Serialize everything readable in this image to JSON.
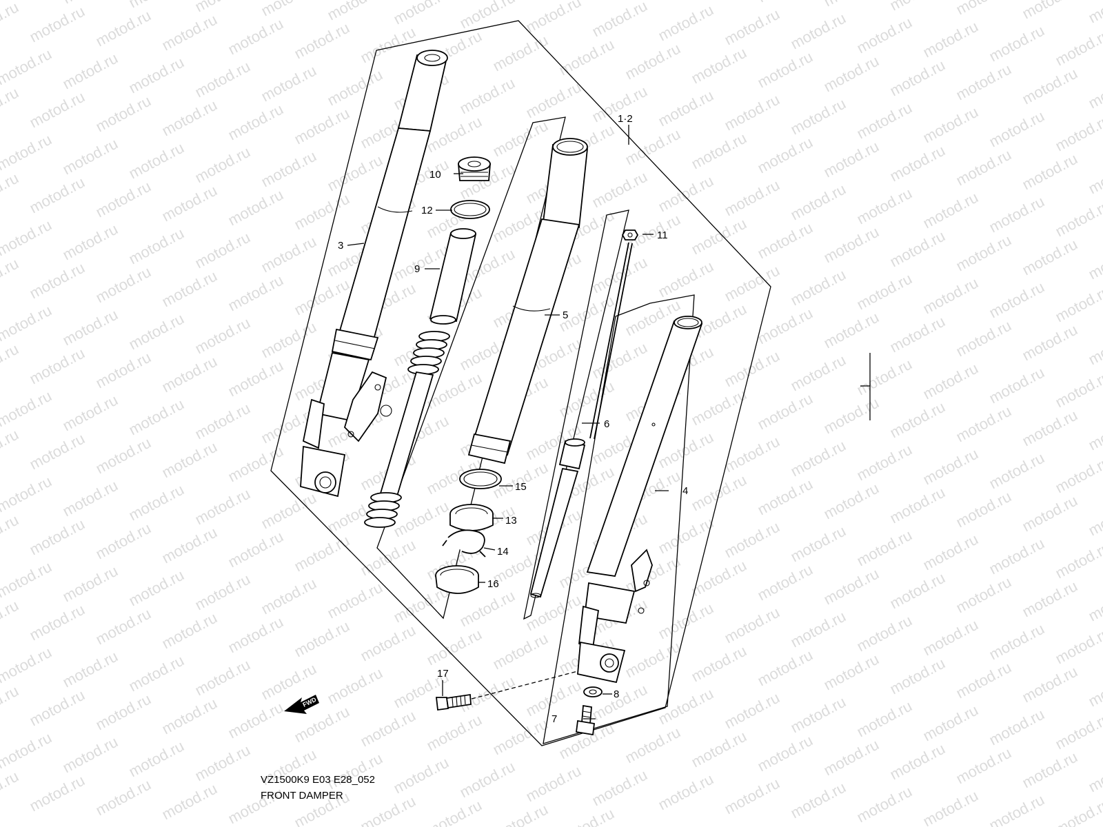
{
  "watermark": "motod.ru",
  "caption": {
    "code": "VZ1500K9 E03 E28_052",
    "title": "FRONT DAMPER"
  },
  "fwd_label": "FWD",
  "callouts": {
    "c1_2": "1·2",
    "c3": "3",
    "c4": "4",
    "c5": "5",
    "c6": "6",
    "c7": "7",
    "c8": "8",
    "c9": "9",
    "c10": "10",
    "c11": "11",
    "c12": "12",
    "c13": "13",
    "c14": "14",
    "c15": "15",
    "c16": "16",
    "c17": "17"
  }
}
